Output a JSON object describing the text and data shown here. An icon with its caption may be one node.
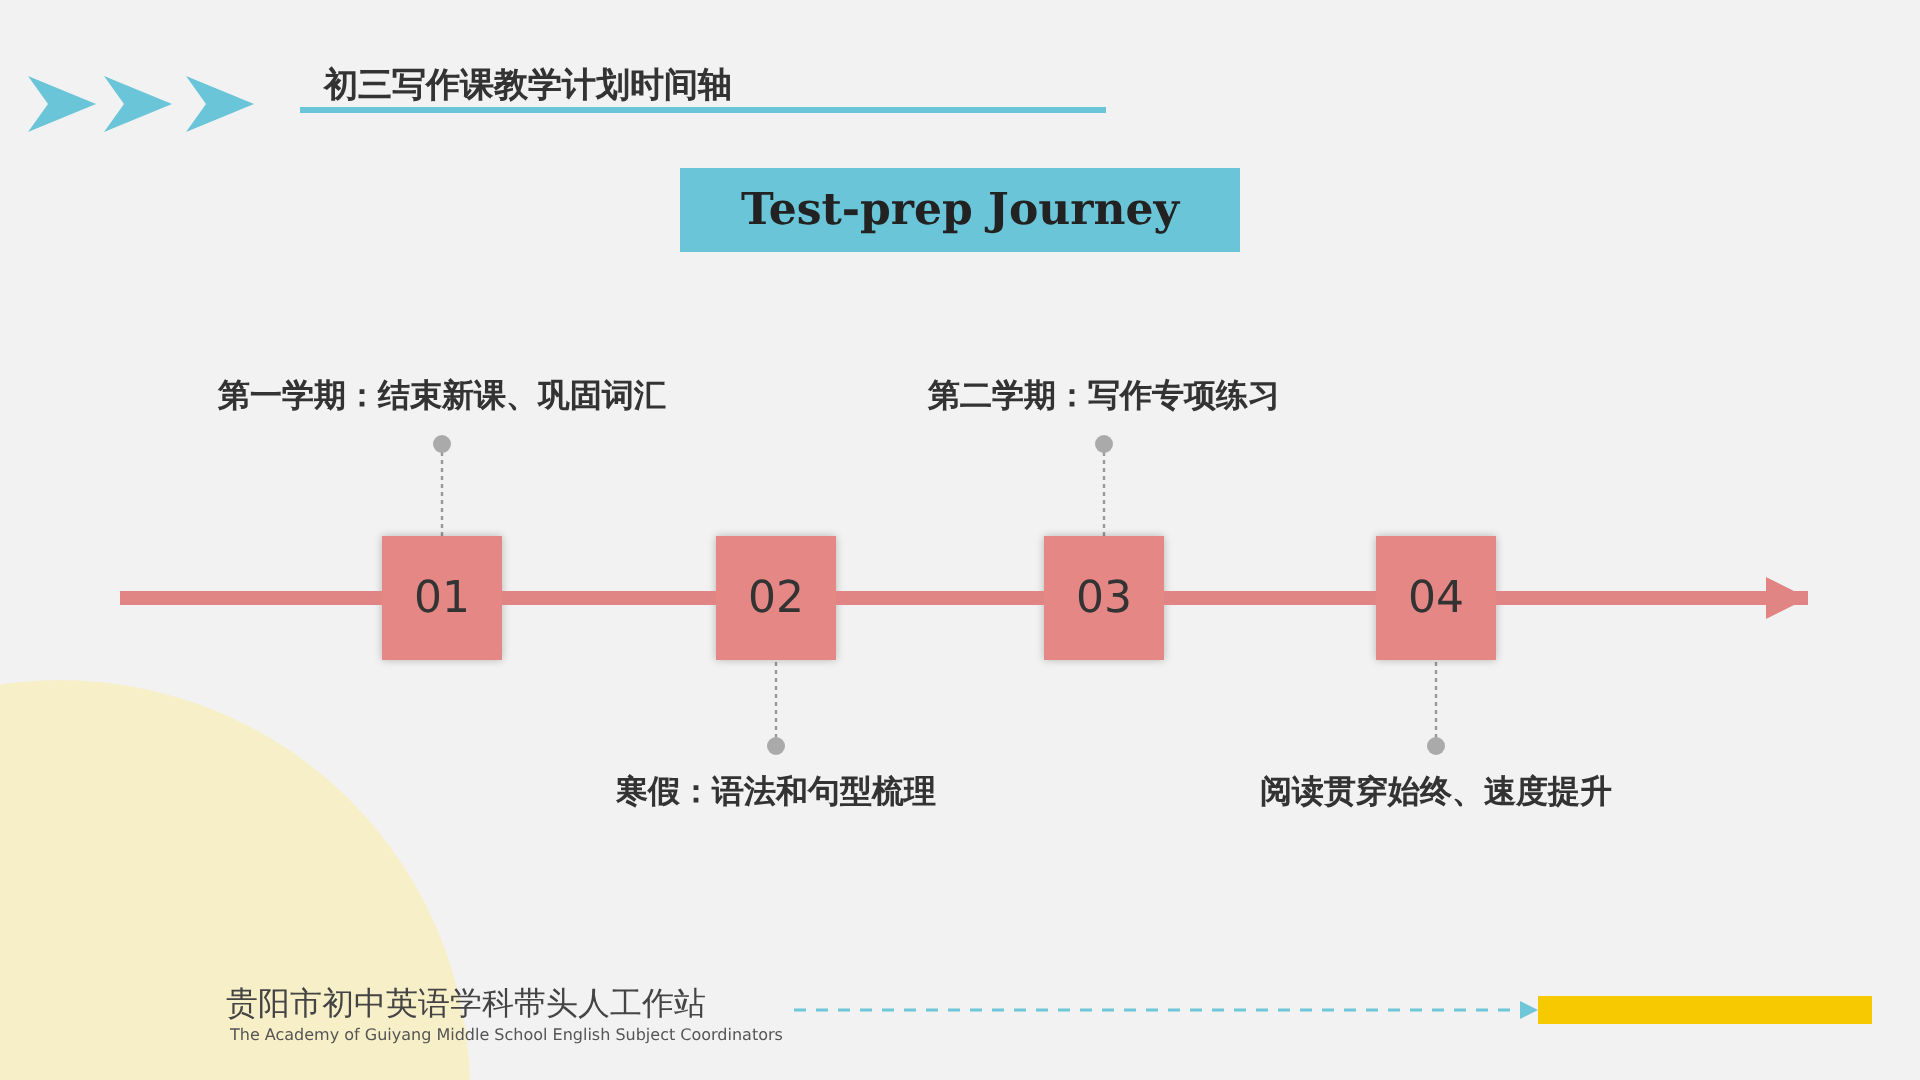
{
  "diagram": {
    "title": "初三写作课教学计划时间轴",
    "nodes": [
      {
        "text": [
          "Test-prep Journey"
        ]
      },
      {
        "text": [
          "01"
        ],
        "beside": [
          "第一学期：结束新课、巩固词汇"
        ]
      },
      {
        "text": [
          "02"
        ],
        "beside": [
          "寒假：语法和句型梳理"
        ]
      },
      {
        "text": [
          "03"
        ],
        "beside": [
          "第二学期：写作专项练习"
        ]
      },
      {
        "text": [
          "04"
        ],
        "beside": [
          "阅读贯穿始终、速度提升"
        ]
      },
      {
        "text": [],
        "shape": "bar"
      }
    ],
    "edges": [
      {
        "from": null,
        "to": 1,
        "arrow": "none"
      },
      {
        "from": 1,
        "to": 2,
        "arrow": "none"
      },
      {
        "from": 2,
        "to": 3,
        "arrow": "none"
      },
      {
        "from": 3,
        "to": 4,
        "arrow": "none"
      },
      {
        "from": 4,
        "to": null,
        "arrow": "to"
      },
      {
        "from": null,
        "to": 5,
        "arrow": "to",
        "style": "dashed",
        "color": "#6ec6d8"
      }
    ],
    "labels": [
      "贵阳市初中英语学科带头人工作站",
      "The Academy of Guiyang Middle School English Subject Coordinators"
    ]
  }
}
